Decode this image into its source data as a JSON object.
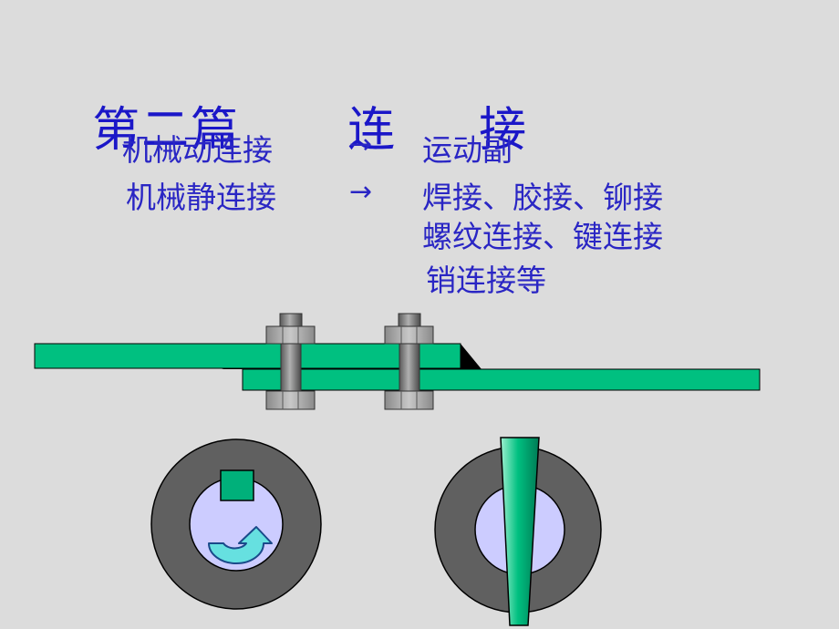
{
  "title": {
    "part": "第二篇",
    "topic_char1": "连",
    "topic_char2": "接"
  },
  "rows": [
    {
      "left": "机械动连接",
      "arrow": "→",
      "right": [
        "运动副"
      ]
    },
    {
      "left": "机械静连接",
      "arrow": "→",
      "right": [
        "焊接、胶接、铆接",
        "螺纹连接、键连接",
        "销连接等"
      ]
    }
  ],
  "colors": {
    "text": "#2a26c4",
    "plate": "#00c080",
    "bolt": "#808080",
    "nut": "#a8a8a8",
    "hub": "#606060",
    "shaft": "#ccccff",
    "key": "#00b07a",
    "rotation_arrow": "#66e0e0"
  },
  "icons": [
    "bolted-joint-diagram",
    "key-connection-diagram",
    "pin-connection-diagram",
    "rotation-arrow-icon"
  ]
}
